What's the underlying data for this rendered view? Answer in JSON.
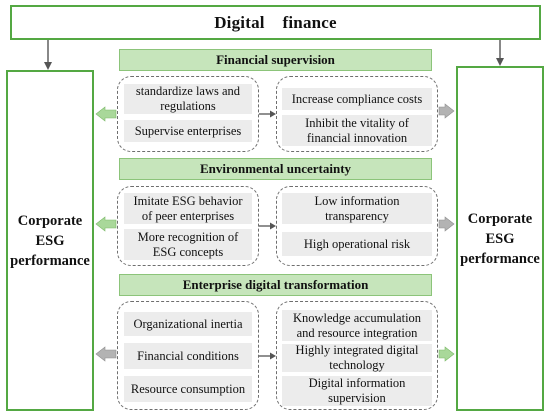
{
  "top": {
    "label": "Digital    finance"
  },
  "left_panel": {
    "label": "Corporate\nESG\nperformance"
  },
  "right_panel": {
    "label": "Corporate\nESG\nperformance"
  },
  "sections": [
    {
      "header": "Financial supervision",
      "left_items": [
        "standardize laws and\nregulations",
        "Supervise enterprises"
      ],
      "right_items": [
        "Increase compliance costs",
        "Inhibit the vitality of\nfinancial innovation"
      ]
    },
    {
      "header": "Environmental uncertainty",
      "left_items": [
        "Imitate ESG behavior\nof peer enterprises",
        "More recognition of\nESG concepts"
      ],
      "right_items": [
        "Low information\ntransparency",
        "High operational risk"
      ]
    },
    {
      "header": "Enterprise digital transformation",
      "left_items": [
        "Organizational inertia",
        "Financial conditions",
        "Resource consumption"
      ],
      "right_items": [
        "Knowledge accumulation\nand resource integration",
        "Highly integrated digital\ntechnology",
        "Digital information\nsupervision"
      ]
    }
  ],
  "colors": {
    "panel_border": "#54a843",
    "header_fill": "#c6e5bb",
    "green_arrow": "#a9d89a",
    "grey_arrow": "#b3b3b3"
  }
}
